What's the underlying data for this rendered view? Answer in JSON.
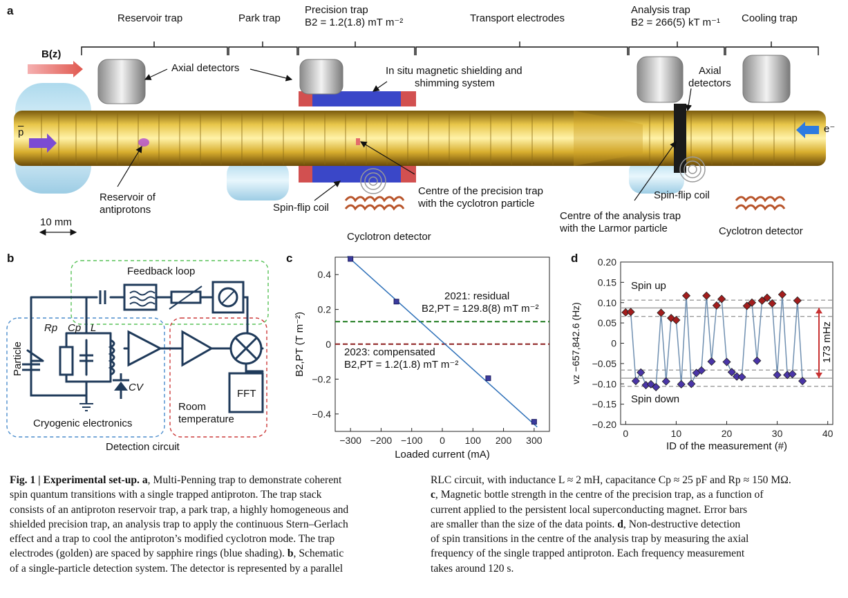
{
  "panel_a": {
    "label": "a",
    "sections": [
      "Reservoir trap",
      "Park trap",
      "Precision trap",
      "Transport electrodes",
      "Analysis trap",
      "Cooling trap"
    ],
    "precision_b2": "B2 = 1.2(1.8) mT m⁻²",
    "analysis_b2": "B2 = 266(5) kT m⁻¹",
    "field_label": "B(z)",
    "pbar": "p",
    "electron": "e⁻",
    "axial_detectors": "Axial detectors",
    "axial_detectors_right_1": "Axial",
    "axial_detectors_right_2": "detectors",
    "shielding_1": "In situ magnetic shielding and",
    "shielding_2": "shimming system",
    "reservoir_1": "Reservoir of",
    "reservoir_2": "antiprotons",
    "spin_flip_coil_left": "Spin-flip coil",
    "centre_precision_1": "Centre of the precision trap",
    "centre_precision_2": "with the cyclotron particle",
    "cyclotron_detector_left": "Cyclotron detector",
    "spin_flip_coil_right": "Spin-flip coil",
    "centre_analysis_1": "Centre of the analysis trap",
    "centre_analysis_2": "with the Larmor particle",
    "cyclotron_detector_right": "Cyclotron detector",
    "scale": "10 mm"
  },
  "panel_b": {
    "label": "b",
    "feedback_loop": "Feedback loop",
    "particle": "Particle",
    "rp": "Rp",
    "cp": "Cp",
    "l": "L",
    "cv": "CV",
    "fft": "FFT",
    "room_1": "Room",
    "room_2": "temperature",
    "cryogenic": "Cryogenic electronics",
    "detection_circuit": "Detection circuit"
  },
  "panel_c": {
    "label": "c",
    "residual_1": "2021: residual",
    "residual_2": "B2,PT = 129.8(8) mT m⁻²",
    "compensated_1": "2023: compensated",
    "compensated_2": "B2,PT = 1.2(1.8) mT m⁻²"
  },
  "panel_d": {
    "label": "d",
    "spin_up": "Spin up",
    "spin_down": "Spin down",
    "delta": "173 mHz"
  },
  "chart_data": [
    {
      "type": "scatter",
      "panel": "c",
      "xlabel": "Loaded current (mA)",
      "ylabel": "B2,PT (T m⁻²)",
      "xlim": [
        -350,
        350
      ],
      "ylim": [
        -0.5,
        0.5
      ],
      "xticks": [
        -300,
        -200,
        -100,
        0,
        100,
        200,
        300
      ],
      "yticks": [
        0.4,
        0.2,
        0,
        -0.2,
        -0.4
      ],
      "xtick_labels": [
        "−300",
        "−200",
        "−100",
        "0",
        "100",
        "200",
        "300"
      ],
      "ytick_labels": [
        "0.4",
        "0.2",
        "0",
        "−0.2",
        "−0.4"
      ],
      "points": [
        {
          "x": -300,
          "y": 0.49
        },
        {
          "x": -150,
          "y": 0.245
        },
        {
          "x": 150,
          "y": -0.195
        },
        {
          "x": 300,
          "y": -0.445
        }
      ],
      "fit_line": {
        "x": [
          -310,
          310
        ],
        "y": [
          0.505,
          -0.475
        ]
      },
      "hlines": [
        {
          "y": 0.1298,
          "color": "#1e7a1e"
        },
        {
          "y": 0.0012,
          "color": "#8a1a1a"
        }
      ],
      "grid": false
    },
    {
      "type": "scatter",
      "panel": "d",
      "xlabel": "ID of the measurement (#)",
      "ylabel": "νz −657,842.6 (Hz)",
      "xlim": [
        -1,
        41
      ],
      "ylim": [
        -0.2,
        0.2
      ],
      "xticks": [
        0,
        10,
        20,
        30,
        40
      ],
      "yticks": [
        0.2,
        0.15,
        0.1,
        0.05,
        0,
        -0.05,
        -0.1,
        -0.15,
        -0.2
      ],
      "xtick_labels": [
        "0",
        "10",
        "20",
        "30",
        "40"
      ],
      "ytick_labels": [
        "0.20",
        "0.15",
        "0.10",
        "0.05",
        "0",
        "−0.05",
        "−0.10",
        "−0.15",
        "−0.20"
      ],
      "points": [
        {
          "x": 0,
          "y": 0.076,
          "state": "up"
        },
        {
          "x": 1,
          "y": 0.077,
          "state": "up"
        },
        {
          "x": 2,
          "y": -0.093,
          "state": "down"
        },
        {
          "x": 3,
          "y": -0.072,
          "state": "down"
        },
        {
          "x": 4,
          "y": -0.103,
          "state": "down"
        },
        {
          "x": 5,
          "y": -0.101,
          "state": "down"
        },
        {
          "x": 6,
          "y": -0.108,
          "state": "down"
        },
        {
          "x": 7,
          "y": 0.075,
          "state": "up"
        },
        {
          "x": 8,
          "y": -0.094,
          "state": "down"
        },
        {
          "x": 9,
          "y": 0.062,
          "state": "up"
        },
        {
          "x": 10,
          "y": 0.057,
          "state": "up"
        },
        {
          "x": 11,
          "y": -0.101,
          "state": "down"
        },
        {
          "x": 12,
          "y": 0.117,
          "state": "up"
        },
        {
          "x": 13,
          "y": -0.1,
          "state": "down"
        },
        {
          "x": 14,
          "y": -0.073,
          "state": "down"
        },
        {
          "x": 15,
          "y": -0.067,
          "state": "down"
        },
        {
          "x": 16,
          "y": 0.117,
          "state": "up"
        },
        {
          "x": 17,
          "y": -0.045,
          "state": "down"
        },
        {
          "x": 18,
          "y": 0.093,
          "state": "up"
        },
        {
          "x": 19,
          "y": 0.109,
          "state": "up"
        },
        {
          "x": 20,
          "y": -0.046,
          "state": "down"
        },
        {
          "x": 21,
          "y": -0.071,
          "state": "down"
        },
        {
          "x": 22,
          "y": -0.082,
          "state": "down"
        },
        {
          "x": 23,
          "y": -0.083,
          "state": "down"
        },
        {
          "x": 24,
          "y": 0.092,
          "state": "up"
        },
        {
          "x": 25,
          "y": 0.1,
          "state": "up"
        },
        {
          "x": 26,
          "y": -0.043,
          "state": "down"
        },
        {
          "x": 27,
          "y": 0.105,
          "state": "up"
        },
        {
          "x": 28,
          "y": 0.112,
          "state": "up"
        },
        {
          "x": 29,
          "y": 0.098,
          "state": "up"
        },
        {
          "x": 30,
          "y": -0.078,
          "state": "down"
        },
        {
          "x": 31,
          "y": 0.12,
          "state": "up"
        },
        {
          "x": 32,
          "y": -0.078,
          "state": "down"
        },
        {
          "x": 33,
          "y": -0.076,
          "state": "down"
        },
        {
          "x": 34,
          "y": 0.105,
          "state": "up"
        },
        {
          "x": 35,
          "y": -0.093,
          "state": "down"
        }
      ],
      "hlines_solid": [
        0.087,
        -0.086
      ],
      "hlines_dashed": [
        0.106,
        0.066,
        -0.066,
        -0.106
      ],
      "colors": {
        "up": "#a31d1d",
        "down": "#4a35a8",
        "line": "#6f8fb0"
      },
      "grid": false
    }
  ],
  "caption": {
    "col1": [
      [
        {
          "b": "Fig. 1 | Experimental set-up. a"
        },
        {
          "t": ", Multi-Penning trap to demonstrate coherent"
        }
      ],
      [
        {
          "t": "spin quantum transitions with a single trapped antiproton. The trap stack"
        }
      ],
      [
        {
          "t": "consists of an antiproton reservoir trap, a park trap, a highly homogeneous and"
        }
      ],
      [
        {
          "t": "shielded precision trap, an analysis trap to apply the continuous Stern–Gerlach"
        }
      ],
      [
        {
          "t": "effect and a trap to cool the antiproton’s modified cyclotron mode. The trap"
        }
      ],
      [
        {
          "t": "electrodes (golden) are spaced by sapphire rings (blue shading). "
        },
        {
          "b": "b"
        },
        {
          "t": ", Schematic"
        }
      ],
      [
        {
          "t": "of a single-particle detection system. The detector is represented by a parallel"
        }
      ]
    ],
    "col2": [
      [
        {
          "t": "RLC circuit, with inductance L ≈ 2 mH, capacitance Cp ≈ 25 pF and Rp ≈ 150 MΩ."
        }
      ],
      [
        {
          "b": "c"
        },
        {
          "t": ", Magnetic bottle strength in the centre of the precision trap, as a function of"
        }
      ],
      [
        {
          "t": "current applied to the persistent local superconducting magnet. Error bars"
        }
      ],
      [
        {
          "t": "are smaller than the size of the data points. "
        },
        {
          "b": "d"
        },
        {
          "t": ", Non-destructive detection"
        }
      ],
      [
        {
          "t": "of spin transitions in the centre of the analysis trap by measuring the axial"
        }
      ],
      [
        {
          "t": "frequency of the single trapped antiproton. Each frequency measurement"
        }
      ],
      [
        {
          "t": "takes around 120 s."
        }
      ]
    ]
  }
}
